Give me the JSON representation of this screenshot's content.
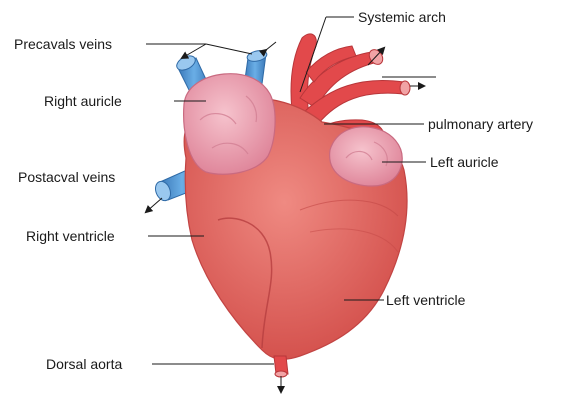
{
  "labels": {
    "systemic_arch": "Systemic arch",
    "precavals_veins": "Precavals veins",
    "right_auricle": "Right auricle",
    "pulmonary_artery": "pulmonary artery",
    "left_auricle": "Left auricle",
    "postacval_veins": "Postacval veins",
    "right_ventricle": "Right ventricle",
    "left_ventricle": "Left ventricle",
    "dorsal_aorta": "Dorsal aorta"
  },
  "colors": {
    "ventricle": "#e4655e",
    "ventricle_dark": "#c94a47",
    "auricle": "#ec9fae",
    "auricle_dark": "#d9788d",
    "artery": "#e2494b",
    "vein": "#4a8fd0",
    "line": "#1a1a1a"
  }
}
